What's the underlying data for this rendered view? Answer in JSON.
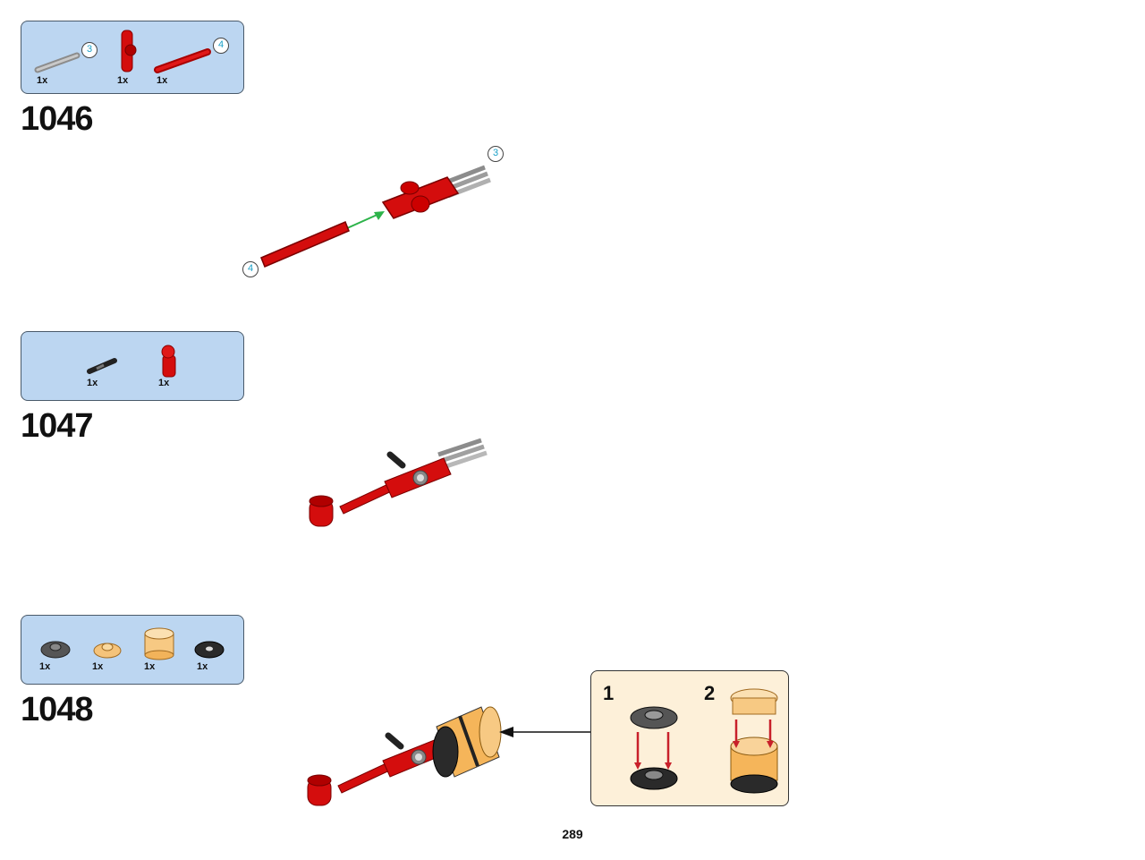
{
  "steps": [
    {
      "number": "1046",
      "parts": [
        {
          "qty": "1x",
          "icon": "gray-axle-icon",
          "callout": "3"
        },
        {
          "qty": "1x",
          "icon": "red-connector-icon"
        },
        {
          "qty": "1x",
          "icon": "red-axle-icon",
          "callout": "4"
        }
      ],
      "callouts": [
        "3",
        "4"
      ]
    },
    {
      "number": "1047",
      "parts": [
        {
          "qty": "1x",
          "icon": "black-pin-icon"
        },
        {
          "qty": "1x",
          "icon": "red-angle-connector-icon"
        }
      ]
    },
    {
      "number": "1048",
      "parts": [
        {
          "qty": "1x",
          "icon": "dark-round-plate-icon"
        },
        {
          "qty": "1x",
          "icon": "orange-round-plate-icon"
        },
        {
          "qty": "1x",
          "icon": "trans-orange-round-brick-icon"
        },
        {
          "qty": "1x",
          "icon": "black-round-tile-icon"
        }
      ],
      "substeps": [
        "1",
        "2"
      ]
    }
  ],
  "page_number": "289",
  "colors": {
    "parts_box": "#bcd6f1",
    "substep_box": "#fdf0d9",
    "red": "#d40d0d",
    "arrow_green": "#2db34a"
  }
}
